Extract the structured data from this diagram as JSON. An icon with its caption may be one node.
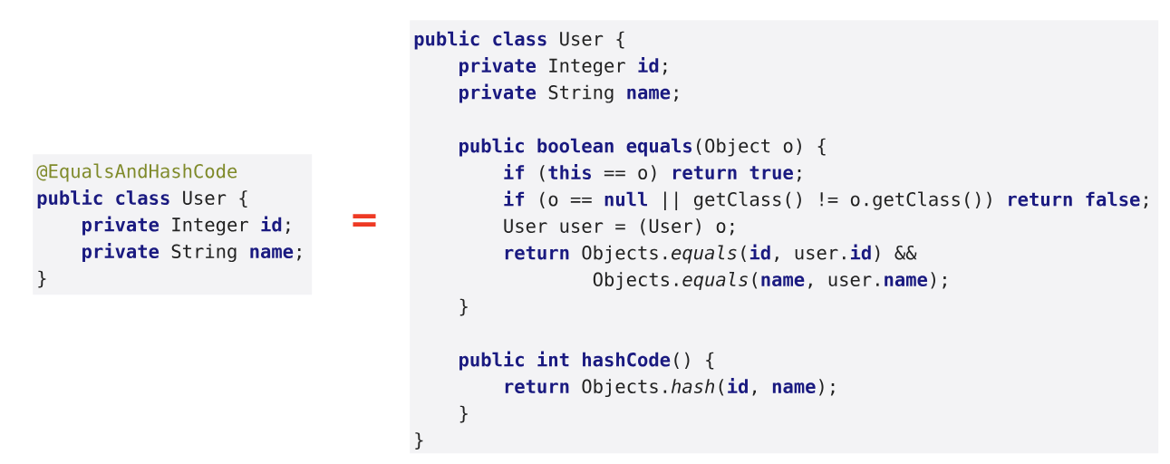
{
  "diagram": {
    "nodes": [
      {
        "text": [
          "@EqualsAndHashCode",
          "**public** **class** User {",
          "**private** Integer **id**;",
          "**private** String **name**;",
          "}"
        ]
      },
      {
        "text": [
          "**public** **class** User {",
          "**private** Integer **id**;",
          "**private** String **name**;",
          "**public** **boolean** **equals**(Object o) {",
          "**if** (**this** == o) **return** **true**;",
          "**if** (o == **null** || getClass() != o.getClass()) **return** **false**;",
          "User user = (User) o;",
          "**return** Objects.*equals*(**id**, user.**id**) &&",
          "Objects.*equals*(**name**, user.**name**);",
          "}",
          "**public** **int** **hashCode**() {",
          "**return** Objects.*hash*(**id**, **name**);",
          "}",
          "}"
        ]
      }
    ],
    "labels": [
      "="
    ]
  }
}
